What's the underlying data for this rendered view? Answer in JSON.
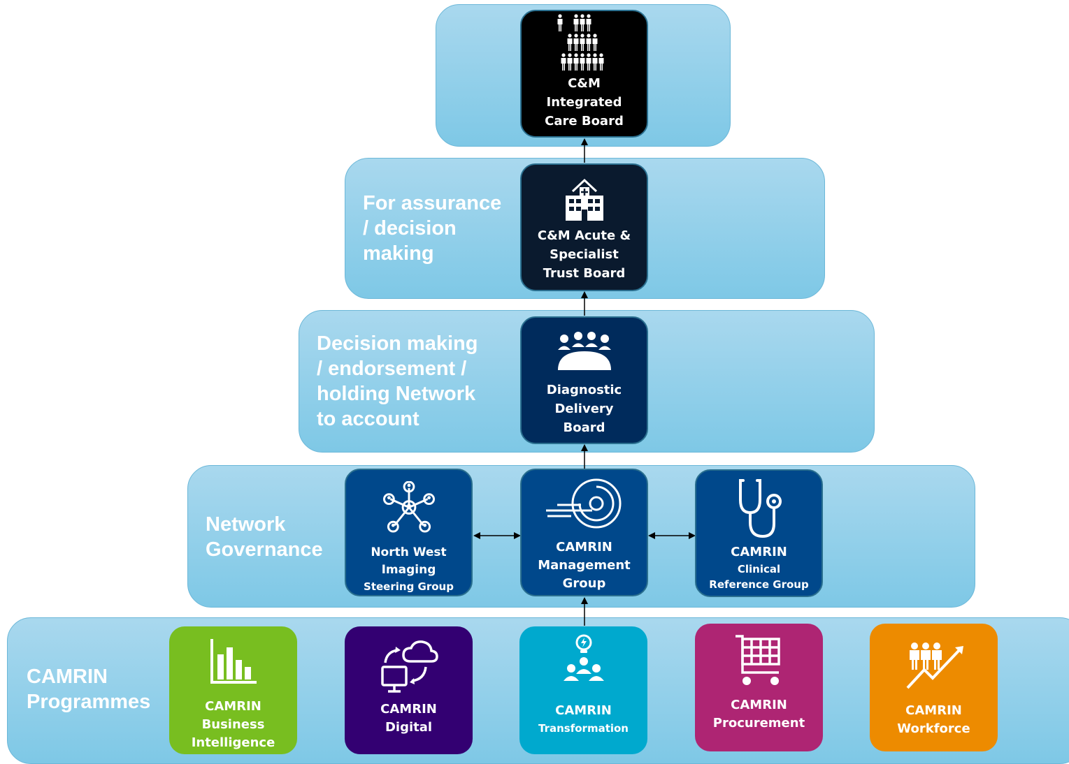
{
  "colors": {
    "tier_fill": "#86cbe8",
    "black_box": "#000000",
    "dark_navy_box": "#0a1a2e",
    "navy_box": "#002b5c",
    "blue_box": "#00488b",
    "green_box": "#78be20",
    "purple_box": "#330072",
    "teal_box": "#00a9ce",
    "magenta_box": "#ae2573",
    "orange_box": "#ed8b00"
  },
  "tiers": {
    "assurance": {
      "label": "For assurance\n/ decision\nmaking"
    },
    "decision": {
      "label": "Decision making\n/ endorsement /\nholding Network\nto account"
    },
    "network": {
      "label": "Network\nGovernance"
    },
    "programmes": {
      "label": "CAMRIN\nProgrammes"
    }
  },
  "boxes": {
    "icb": {
      "icon": "people-pyramid-icon",
      "l1": "C&M",
      "l2": "Integrated",
      "l3": "Care Board"
    },
    "trust": {
      "icon": "hospital-icon",
      "l1": "C&M Acute &",
      "l2": "Specialist",
      "l3": "Trust Board"
    },
    "ddb": {
      "icon": "meeting-icon",
      "l1": "Diagnostic",
      "l2": "Delivery",
      "l3": "Board"
    },
    "nwisg": {
      "icon": "network-icon",
      "l1": "North West",
      "l2": "Imaging",
      "l3": "Steering Group"
    },
    "cmg": {
      "icon": "mri-scanner-icon",
      "l1": "CAMRIN",
      "l2": "Management",
      "l3": "Group"
    },
    "crg": {
      "icon": "stethoscope-icon",
      "l1": "CAMRIN",
      "l2": "Clinical",
      "l3": "Reference Group"
    },
    "bi": {
      "icon": "bar-chart-icon",
      "l1": "CAMRIN",
      "l2": "Business",
      "l3": "Intelligence"
    },
    "digital": {
      "icon": "cloud-computer-icon",
      "l1": "CAMRIN",
      "l2": "Digital"
    },
    "transformation": {
      "icon": "lightbulb-team-icon",
      "l1": "CAMRIN",
      "l2": "Transformation"
    },
    "procurement": {
      "icon": "shopping-cart-icon",
      "l1": "CAMRIN",
      "l2": "Procurement"
    },
    "workforce": {
      "icon": "workforce-growth-icon",
      "l1": "CAMRIN",
      "l2": "Workforce"
    }
  }
}
